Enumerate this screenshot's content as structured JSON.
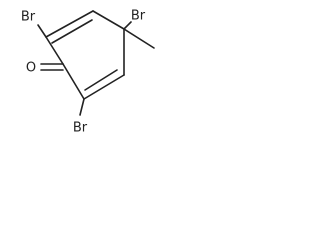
{
  "molecule": {
    "atoms": {
      "br_top_left": "Br",
      "br_top_right": "Br",
      "oxygen": "O",
      "br_bottom": "Br"
    },
    "colors": {
      "bond": "#222222",
      "label": "#222222",
      "background": "#ffffff"
    }
  }
}
